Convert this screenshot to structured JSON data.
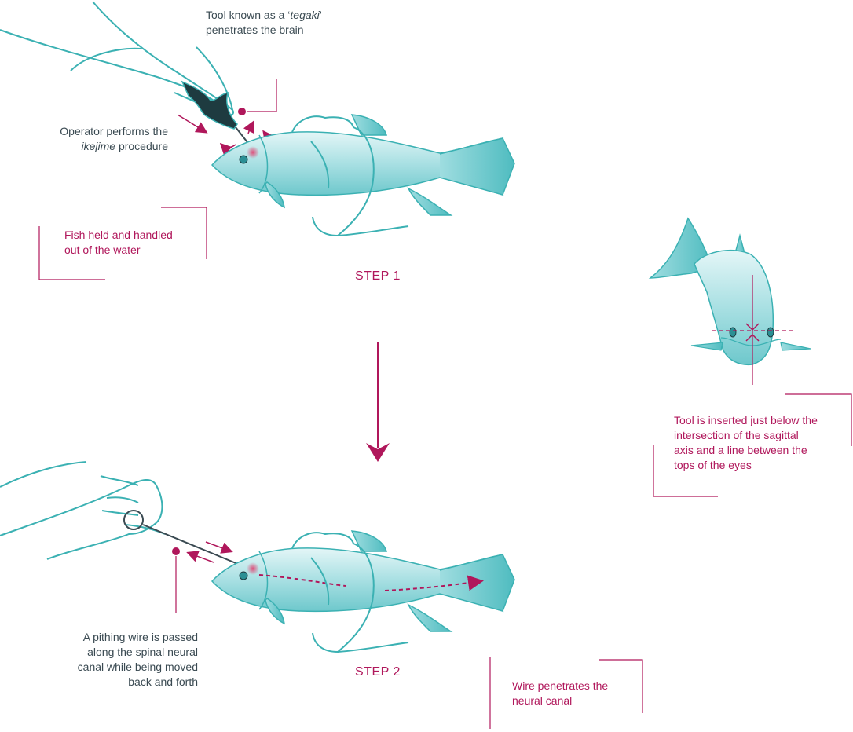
{
  "step1": {
    "title": "STEP 1",
    "tool_label_1": "Tool known as a ‘",
    "tool_label_1_em": "tegaki",
    "tool_label_1_end": "’",
    "tool_label_2": "penetrates the brain",
    "operator_label_1": "Operator performs the",
    "operator_label_2_em": "ikejime",
    "operator_label_2": " procedure",
    "fish_held_label_1": "Fish held and handled",
    "fish_held_label_2": "out of the water"
  },
  "step2": {
    "title": "STEP 2",
    "wire_label_1": "A pithing wire is passed",
    "wire_label_2": "along the spinal neural",
    "wire_label_3": "canal while being moved",
    "wire_label_4": "back and forth",
    "penetrates_label_1": "Wire penetrates the",
    "penetrates_label_2": "neural canal"
  },
  "front_view": {
    "label_1": "Tool is inserted just below the",
    "label_2": "intersection of the sagittal",
    "label_3": "axis and a line between the",
    "label_4": "tops of the eyes"
  },
  "colors": {
    "accent": "#b0175b",
    "outline": "#3bb1b3",
    "fish_light": "#c9ecee",
    "fish_mid": "#8fd5d8",
    "text": "#3a4a52"
  },
  "icons": [
    "hand-outline",
    "fish-side-view",
    "fish-front-view",
    "tegaki-tool",
    "pithing-wire",
    "down-arrow"
  ]
}
